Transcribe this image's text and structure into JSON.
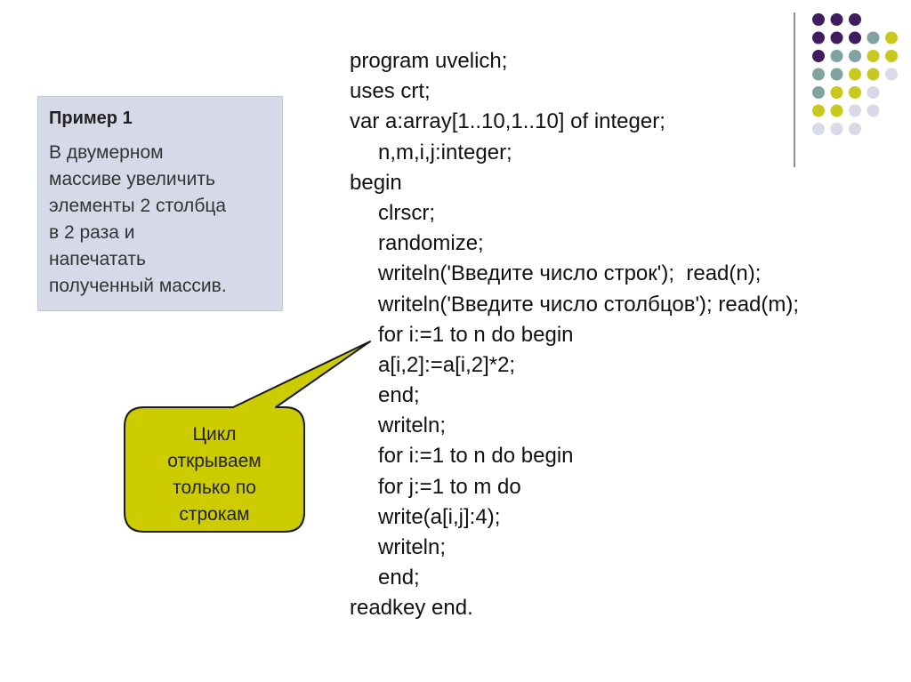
{
  "example": {
    "title": "Пример 1",
    "text_lines": [
      "В двумерном",
      "массиве увеличить",
      "элементы 2 столбца",
      "в 2 раза и",
      "напечатать",
      "полученный массив."
    ]
  },
  "callout": {
    "lines": [
      "Цикл",
      "открываем",
      "только по",
      "строкам"
    ],
    "fill_color": "#cccc00",
    "border_color": "#1a1a1a"
  },
  "code": {
    "lines": [
      {
        "text": "program uvelich;",
        "indent": false
      },
      {
        "text": "uses crt;",
        "indent": false
      },
      {
        "text": "var a:array[1..10,1..10] of integer;",
        "indent": false
      },
      {
        "text": "n,m,i,j:integer;",
        "indent": true
      },
      {
        "text": "begin",
        "indent": false
      },
      {
        "text": "clrscr;",
        "indent": true
      },
      {
        "text": "randomize;",
        "indent": true
      },
      {
        "text": "writeln('Введите число строк');  read(n);",
        "indent": true
      },
      {
        "text": "writeln('Введите число столбцов'); read(m);",
        "indent": true
      },
      {
        "text": "for i:=1 to n do begin",
        "indent": true
      },
      {
        "text": "a[i,2]:=a[i,2]*2;",
        "indent": true
      },
      {
        "text": "end;",
        "indent": true
      },
      {
        "text": "writeln;",
        "indent": true
      },
      {
        "text": "for i:=1 to n do begin",
        "indent": true
      },
      {
        "text": "for j:=1 to m do",
        "indent": true
      },
      {
        "text": "write(a[i,j]:4);",
        "indent": true
      },
      {
        "text": "writeln;",
        "indent": true
      },
      {
        "text": "end;",
        "indent": true
      },
      {
        "text": "readkey end.",
        "indent": false
      }
    ]
  },
  "decoration": {
    "dot_colors": {
      "purple": "#3f1d5e",
      "teal": "#7fa3a0",
      "olive": "#c8c81e",
      "lavender": "#d9d9e8"
    },
    "dot_rows": [
      [
        "purple",
        "purple",
        "purple"
      ],
      [
        "purple",
        "purple",
        "purple",
        "teal",
        "olive"
      ],
      [
        "purple",
        "teal",
        "teal",
        "olive",
        "olive"
      ],
      [
        "teal",
        "teal",
        "olive",
        "olive",
        "lavender"
      ],
      [
        "teal",
        "olive",
        "olive",
        "lavender"
      ],
      [
        "olive",
        "olive",
        "lavender",
        "lavender"
      ],
      [
        "lavender",
        "lavender",
        "lavender"
      ]
    ]
  }
}
